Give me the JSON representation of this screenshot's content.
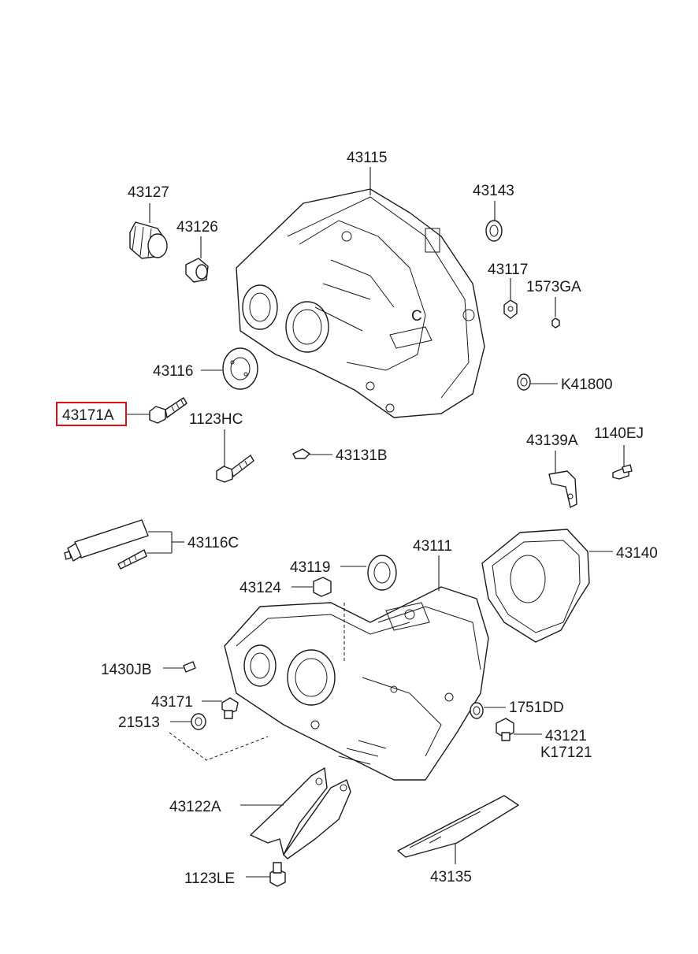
{
  "highlight_color": "#e0101a",
  "highlighted_part": "43171A",
  "parts": {
    "p43115": "43115",
    "p43127": "43127",
    "p43126": "43126",
    "p43143": "43143",
    "p43117": "43117",
    "p1573GA": "1573GA",
    "p43116": "43116",
    "pK41800": "K41800",
    "p43171A": "43171A",
    "p1123HC": "1123HC",
    "p43131B": "43131B",
    "p43139A": "43139A",
    "p1140EJ": "1140EJ",
    "p43116C": "43116C",
    "p43119": "43119",
    "p43111": "43111",
    "p43140": "43140",
    "p43124": "43124",
    "p1430JB": "1430JB",
    "p43171": "43171",
    "p21513": "21513",
    "p1751DD": "1751DD",
    "p43121": "43121",
    "pK17121": "K17121",
    "p43122A": "43122A",
    "p1123LE": "1123LE",
    "p43135": "43135"
  }
}
